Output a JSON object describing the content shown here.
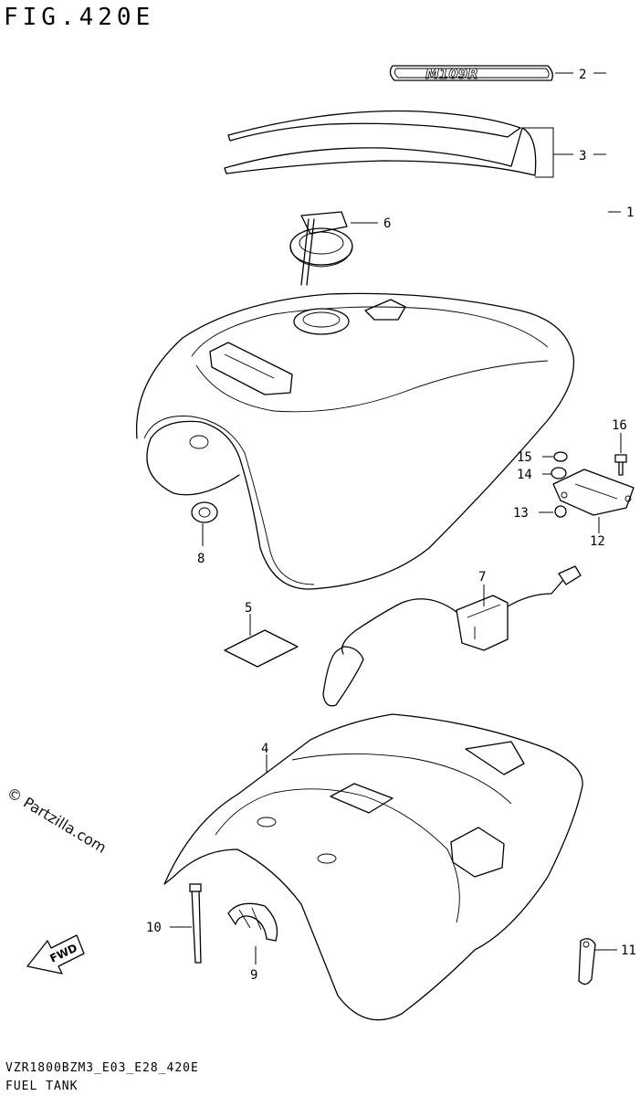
{
  "figure_title": "FIG.420E",
  "footer_code": "VZR1800BZM3_E03_E28_420E",
  "footer_title": "FUEL TANK",
  "watermark": "© Partzilla.com",
  "emblem_text": "M109R",
  "fwd_label": "FWD",
  "callouts": {
    "c1": "1",
    "c2": "2",
    "c3": "3",
    "c4": "4",
    "c5": "5",
    "c6": "6",
    "c7": "7",
    "c8": "8",
    "c9": "9",
    "c10": "10",
    "c11": "11",
    "c12": "12",
    "c13": "13",
    "c14": "14",
    "c15": "15",
    "c16": "16"
  }
}
